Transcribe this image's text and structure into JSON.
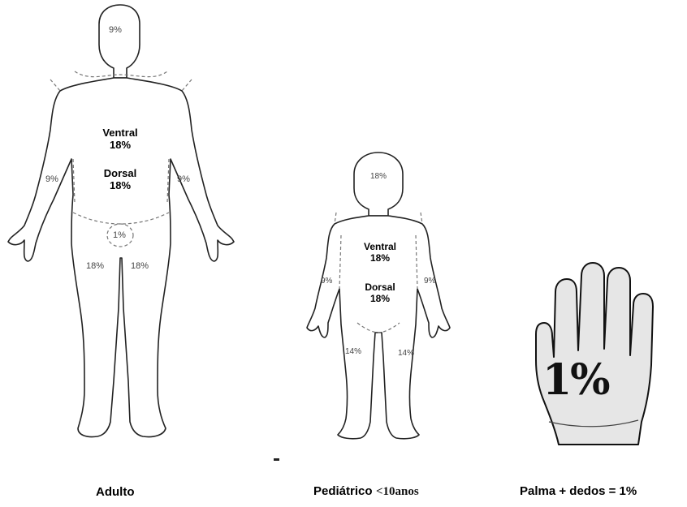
{
  "adult": {
    "head": "9%",
    "trunk_ventral": "Ventral",
    "trunk_ventral_pct": "18%",
    "trunk_dorsal": "Dorsal",
    "trunk_dorsal_pct": "18%",
    "arm_left": "9%",
    "arm_right": "9%",
    "genital": "1%",
    "leg_left": "18%",
    "leg_right": "18%",
    "caption": "Adulto"
  },
  "pediatric": {
    "head": "18%",
    "trunk_ventral": "Ventral",
    "trunk_ventral_pct": "18%",
    "trunk_dorsal": "Dorsal",
    "trunk_dorsal_pct": "18%",
    "arm_left": "9%",
    "arm_right": "9%",
    "leg_left": "14%",
    "leg_right": "14%",
    "caption_main": "Pediátrico",
    "caption_age": "<10anos"
  },
  "palm": {
    "value": "1%",
    "caption": "Palma + dedos  = 1%"
  }
}
